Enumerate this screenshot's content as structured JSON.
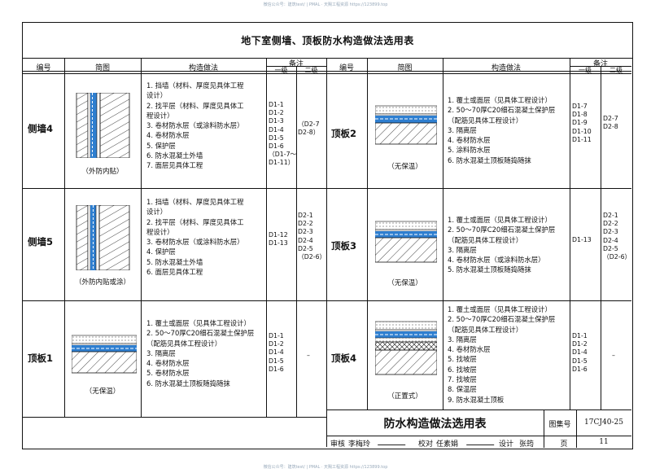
{
  "watermark_top": "微信公众号：建筑test/ | PMAL · 天赐工程资源 https://123899.top",
  "watermark_bottom": "微信公众号：建筑test/ | PMAL · 天赐工程资源 https://123899.top",
  "title": "地下室侧墙、顶板防水构造做法选用表",
  "headers": {
    "id": "编号",
    "diagram": "简图",
    "method": "构造做法",
    "remark": "备注",
    "level1": "一级",
    "level2": "二级"
  },
  "left_rows": [
    {
      "id": "侧墙4",
      "caption": "（外防内贴）",
      "steps": [
        "1. 挡墙（材料、厚度见具体工程",
        "   设计）",
        "2. 找平层（材料、厚度见具体工",
        "   程设计）",
        "3. 卷材防水层（或涂料防水层）",
        "4. 卷材防水层",
        "5. 保护层",
        "6. 防水混凝土外墙",
        "7. 面层见具体工程"
      ],
      "level1": [
        "D1-1",
        "D1-2",
        "D1-3",
        "D1-4",
        "D1-5",
        "D1-6",
        "（D1-7～",
        "D1-11）"
      ],
      "level2": [
        "（D2-7",
        "D2-8）"
      ]
    },
    {
      "id": "侧墙5",
      "caption": "（外防内贴或涂）",
      "steps": [
        "1. 挡墙（材料、厚度见具体工程",
        "   设计）",
        "2. 找平层（材料、厚度见具体工",
        "   程设计）",
        "3. 卷材防水层（或涂料防水层）",
        "4. 保护层",
        "5. 防水混凝土外墙",
        "6. 面层见具体工程"
      ],
      "level1": [
        "D1-12",
        "D1-13"
      ],
      "level2": [
        "D2-1",
        "D2-2",
        "D2-3",
        "D2-4",
        "D2-5",
        "（D2-6）"
      ]
    },
    {
      "id": "顶板1",
      "caption": "（无保温）",
      "steps": [
        "1. 覆土或面层（见具体工程设计）",
        "2. 50～70厚C20细石混凝土保护层",
        "   （配筋见具体工程设计）",
        "3. 隔离层",
        "4. 卷材防水层",
        "5. 卷材防水层",
        "6. 防水混凝土顶板随捣随抹"
      ],
      "level1": [
        "D1-1",
        "D1-2",
        "D1-4",
        "D1-5",
        "D1-6"
      ],
      "level2": [
        "–"
      ]
    }
  ],
  "right_rows": [
    {
      "id": "顶板2",
      "caption": "（无保温）",
      "steps": [
        "1. 覆土或面层（见具体工程设计）",
        "2. 50～70厚C20细石混凝土保护层",
        "   （配筋见具体工程设计）",
        "3. 隔离层",
        "4. 卷材防水层",
        "5. 涂料防水层",
        "6. 防水混凝土顶板随捣随抹"
      ],
      "level1": [
        "D1-7",
        "D1-8",
        "D1-9",
        "D1-10",
        "D1-11"
      ],
      "level2": [
        "D2-7",
        "D2-8"
      ]
    },
    {
      "id": "顶板3",
      "caption": "（无保温）",
      "steps": [
        "1. 覆土或面层（见具体工程设计）",
        "2. 50～70厚C20细石混凝土保护层",
        "   （配筋见具体工程设计）",
        "3. 隔离层",
        "4. 卷材防水层（或涂料防水层）",
        "5. 防水混凝土顶板随捣随抹"
      ],
      "level1": [
        "D1-13"
      ],
      "level2": [
        "D2-1",
        "D2-2",
        "D2-3",
        "D2-4",
        "D2-5",
        "（D2-6）"
      ]
    },
    {
      "id": "顶板4",
      "caption": "（正置式）",
      "steps": [
        "1. 覆土或面层（见具体工程设计）",
        "2. 50～70厚C20细石混凝土保护层",
        "   （配筋见具体工程设计）",
        "3. 隔离层",
        "4. 卷材防水层",
        "5. 找坡层",
        "6. 找坡层",
        "7. 找坡层",
        "8. 保温层",
        "9. 防水混凝土顶板"
      ],
      "level1": [
        "D1-1",
        "D1-2",
        "D1-4",
        "D1-5",
        "D1-6"
      ],
      "level2": [
        "–"
      ]
    }
  ],
  "title_block": {
    "drawing_title": "防水构造做法选用表",
    "atlas_label": "图集号",
    "atlas_no": "17CJ40-25",
    "review_label": "审核",
    "reviewer": "李梅玲",
    "check_label": "校对",
    "checker": "任素娟",
    "design_label": "设计",
    "designer": "张筠",
    "page_label": "页",
    "page_no": "11"
  },
  "colors": {
    "waterproof_blue": "#2f7fd0",
    "line": "#111111",
    "hatch": "#444444"
  }
}
